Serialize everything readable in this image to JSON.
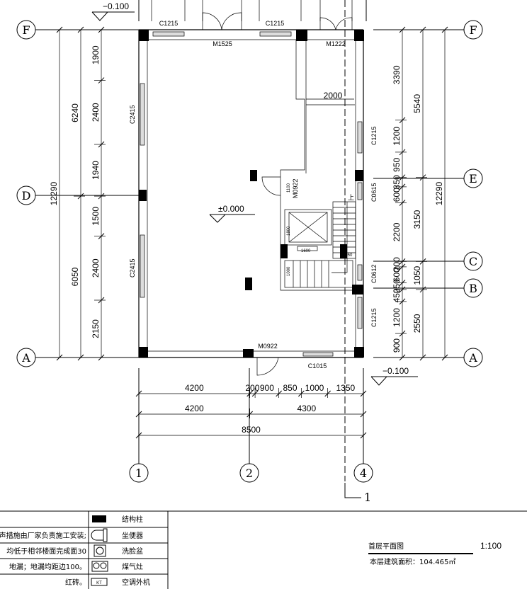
{
  "drawing": {
    "title": "首层平面图",
    "scale": "1:100",
    "area_text": "本层建筑面积：104.465㎡",
    "axes_rows": [
      "F",
      "E",
      "D",
      "C",
      "B",
      "A"
    ],
    "axes_cols": [
      "1",
      "2",
      "4"
    ],
    "section_mark": "1",
    "elevations": {
      "top_left": "−0.100",
      "center": "±0.000",
      "bottom_right": "−0.100"
    },
    "labels": {
      "window_top_left": "C1215",
      "window_top_mid": "C1215",
      "door_main": "M1525",
      "door_side": "M1222",
      "window_left_upper": "C2415",
      "window_left_lower": "C2415",
      "window_right_1": "C1215",
      "window_right_2": "C0615",
      "window_right_3": "C0612",
      "window_right_4": "C1215",
      "door_inner": "M0922",
      "door_bottom": "M0922",
      "window_bottom": "C1015",
      "corridor_width": "2000",
      "stair_small_1": "1100",
      "stair_small_2": "1800",
      "stair_small_3": "1600",
      "stair_small_4": "1050",
      "stair_small_5": "1000",
      "stair_up": "上"
    },
    "dims_left": {
      "outer": [
        "12290"
      ],
      "middle": [
        "6240",
        "6050"
      ],
      "inner": [
        "1900",
        "2400",
        "1940",
        "1500",
        "2400",
        "2150"
      ]
    },
    "dims_right": {
      "inner": [
        "3390",
        "1200",
        "950",
        "350",
        "600",
        "2200",
        "200",
        "600",
        "250",
        "450",
        "1200",
        "900"
      ],
      "middle": [
        "5540",
        "3150",
        "1050",
        "2550"
      ],
      "outer": [
        "12290"
      ]
    },
    "dims_bottom": {
      "row1": [
        "4200",
        "200",
        "900",
        "850",
        "1000",
        "1350"
      ],
      "row2": [
        "4200",
        "4300"
      ],
      "row3": [
        "8500"
      ]
    }
  },
  "legend": {
    "notes": [
      "",
      "声措施由厂家负责施工安装;",
      "均低于相邻楼面完成面30",
      "地漏；地漏均距边100。",
      "红砖。"
    ],
    "items": [
      {
        "icon": "structural-column",
        "label": "结构柱"
      },
      {
        "icon": "toilet",
        "label": "坐便器"
      },
      {
        "icon": "washbasin",
        "label": "洗脸盆"
      },
      {
        "icon": "gas-stove",
        "label": "煤气灶"
      },
      {
        "icon": "ac-unit",
        "icon_text": "KT",
        "label": "空调外机"
      }
    ]
  }
}
